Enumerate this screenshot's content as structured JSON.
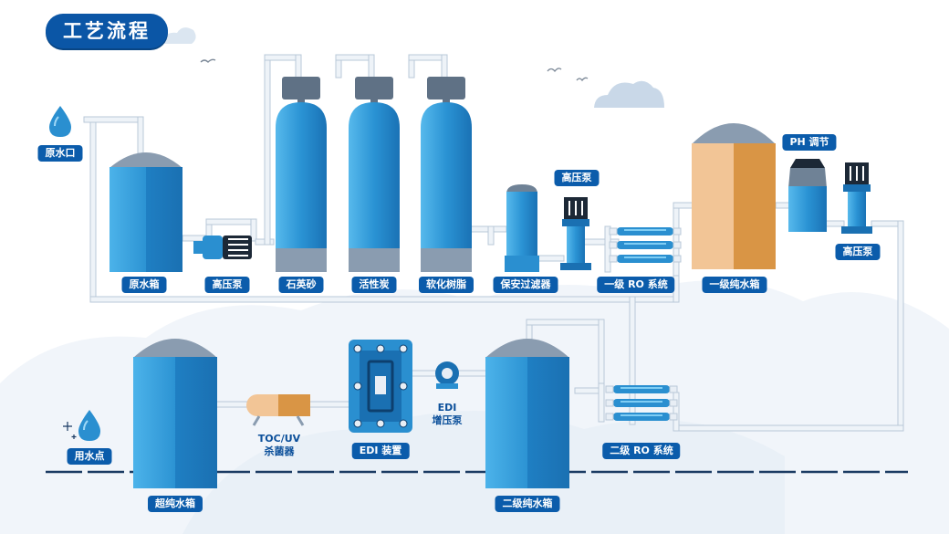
{
  "title": "工艺流程",
  "labels": {
    "raw_water_inlet": "原水口",
    "raw_water_tank": "原水箱",
    "high_pressure_pump_1": "高压泵",
    "quartz_sand": "石英砂",
    "activated_carbon": "活性炭",
    "softening_resin": "软化树脂",
    "security_filter": "保安过滤器",
    "high_pressure_pump_2": "高压泵",
    "ro_stage_1": "一级 RO 系统",
    "pure_water_tank_1": "一级纯水箱",
    "ph_adjust": "PH 调节",
    "high_pressure_pump_3": "高压泵",
    "use_point": "用水点",
    "ultrapure_tank": "超纯水箱",
    "toc_uv_line1": "TOC/UV",
    "toc_uv_line2": "杀菌器",
    "edi_device": "EDI 装置",
    "edi_pump_line1": "EDI",
    "edi_pump_line2": "增压泵",
    "pure_water_tank_2": "二级纯水箱",
    "ro_stage_2": "二级 RO 系统"
  },
  "icons": [
    "water-drop-icon",
    "cloud-icon",
    "bird-icon",
    "sparkle-icon"
  ],
  "colors": {
    "title_bg": "#0b56a6",
    "label_bg": "#0b5cab",
    "vessel_blue": "#2a8fd0",
    "vessel_light": "#49aee6",
    "dome_grey": "#8a9cb0",
    "pipe": "#eef3f8",
    "tank_tan": "#f2c596",
    "tank_orange": "#d99545",
    "cloud": "#dbe6f1"
  }
}
